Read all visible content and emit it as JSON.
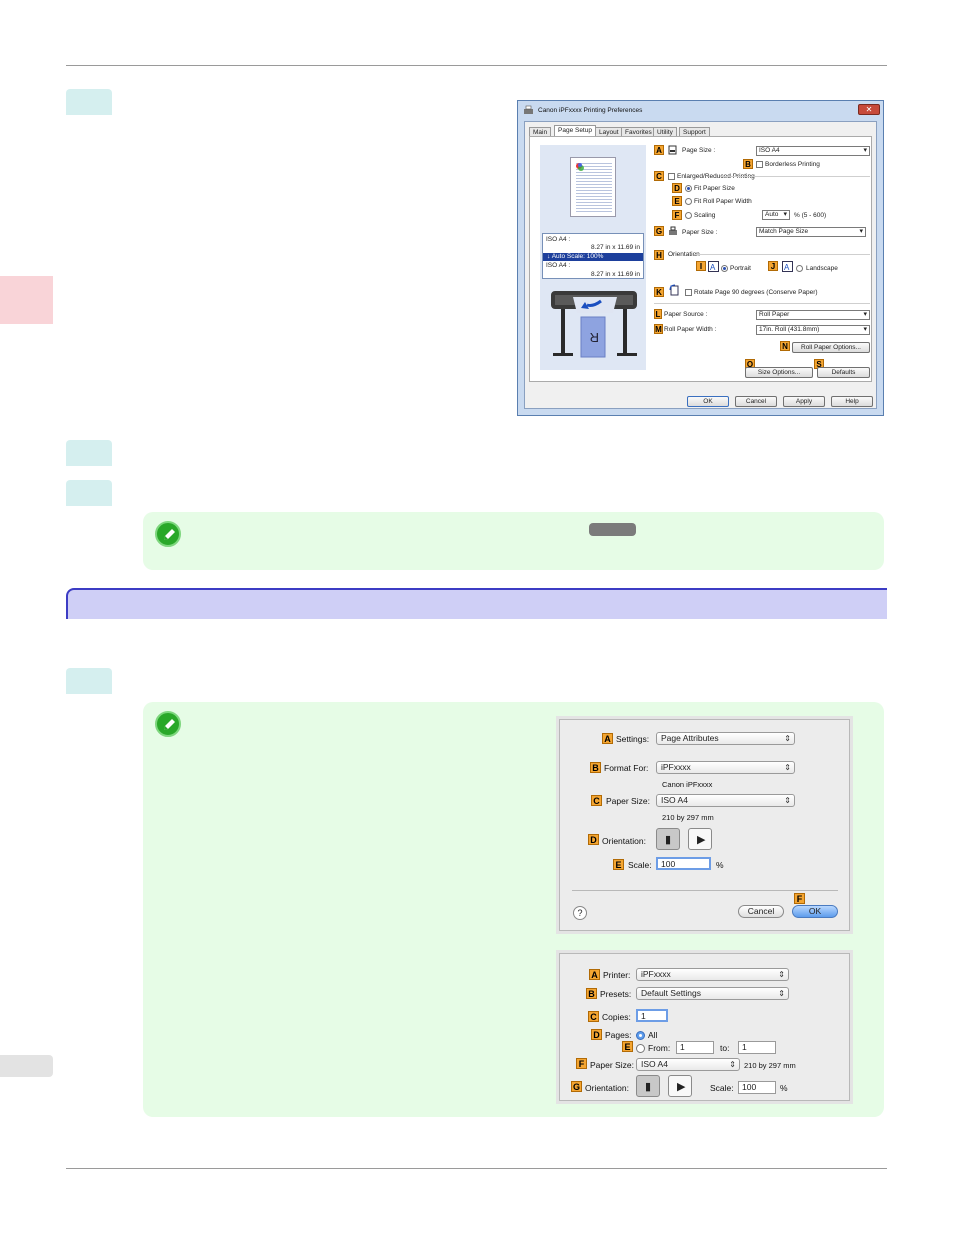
{
  "win_dialog": {
    "title": "Canon iPFxxxx Printing Preferences",
    "close": "✕",
    "tabs": [
      "Main",
      "Page Setup",
      "Layout",
      "Favorites",
      "Utility",
      "Support"
    ],
    "active_tab": "Page Setup",
    "preview": {
      "line1": "ISO A4 :",
      "line2": "8.27 in x 11.69 in",
      "highlight": "Auto Scale: 100%",
      "line3": "ISO A4 :",
      "line4": "8.27 in x 11.69 in"
    },
    "labels": {
      "A": "A",
      "B": "B",
      "C": "C",
      "D": "D",
      "E": "E",
      "F": "F",
      "G": "G",
      "H": "H",
      "I": "I",
      "J": "J",
      "K": "K",
      "L": "L",
      "M": "M",
      "N": "N",
      "O": "O",
      "S": "S"
    },
    "page_size_label": "Page Size :",
    "page_size_value": "ISO A4",
    "borderless": "Borderless Printing",
    "enlarged": "Enlarged/Reduced Printing",
    "fit_paper": "Fit Paper Size",
    "fit_roll": "Fit Roll Paper Width",
    "scaling": "Scaling",
    "scaling_value": "Auto",
    "scaling_range": "% (5 - 600)",
    "paper_size_label": "Paper Size :",
    "paper_size_value": "Match Page Size",
    "orientation_label": "Orientation",
    "portrait": "Portrait",
    "landscape": "Landscape",
    "rotate": "Rotate Page 90 degrees (Conserve Paper)",
    "paper_source_label": "Paper Source :",
    "paper_source_value": "Roll Paper",
    "roll_width_label": "Roll Paper Width :",
    "roll_width_value": "17in. Roll (431.8mm)",
    "roll_options": "Roll Paper Options...",
    "size_options": "Size Options...",
    "defaults": "Defaults",
    "ok": "OK",
    "cancel": "Cancel",
    "apply": "Apply",
    "help": "Help"
  },
  "mac_page_setup": {
    "labels": {
      "A": "A",
      "B": "B",
      "C": "C",
      "D": "D",
      "E": "E",
      "F": "F"
    },
    "settings_label": "Settings:",
    "settings_value": "Page Attributes",
    "format_label": "Format For:",
    "format_value": "iPFxxxx",
    "format_sub": "Canon iPFxxxx",
    "paper_label": "Paper Size:",
    "paper_value": "ISO A4",
    "paper_sub": "210 by 297 mm",
    "orientation_label": "Orientation:",
    "scale_label": "Scale:",
    "scale_value": "100",
    "percent": "%",
    "help": "?",
    "cancel": "Cancel",
    "ok": "OK"
  },
  "mac_print": {
    "labels": {
      "A": "A",
      "B": "B",
      "C": "C",
      "D": "D",
      "E": "E",
      "F": "F",
      "G": "G"
    },
    "printer_label": "Printer:",
    "printer_value": "iPFxxxx",
    "presets_label": "Presets:",
    "presets_value": "Default Settings",
    "copies_label": "Copies:",
    "copies_value": "1",
    "pages_label": "Pages:",
    "all": "All",
    "from": "From:",
    "from_value": "1",
    "to": "to:",
    "to_value": "1",
    "paper_label": "Paper Size:",
    "paper_value": "ISO A4",
    "paper_dims": "210 by 297 mm",
    "orientation_label": "Orientation:",
    "scale_label": "Scale:",
    "scale_value": "100",
    "percent": "%"
  }
}
